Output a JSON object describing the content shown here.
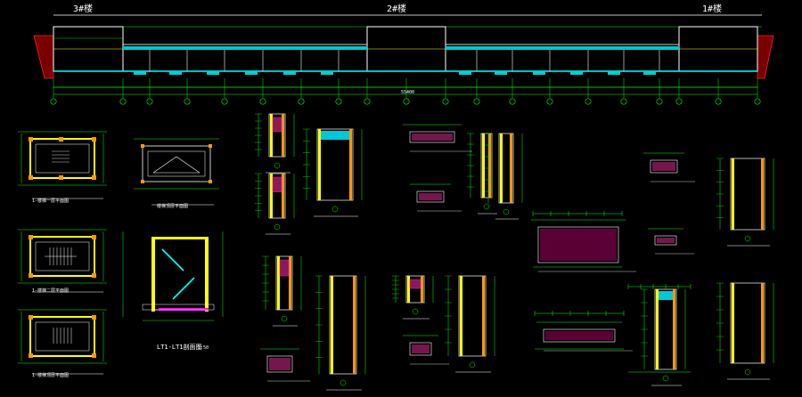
{
  "drawing": {
    "section_titles": [
      "3#楼",
      "2#楼",
      "1#楼"
    ],
    "caption_lt": "LT1-LT1剖面图",
    "caption_lt_scale": "1:50",
    "caption_plan_1": "1-楼梯一层平面图",
    "caption_plan_2": "1-楼梯二层平面图",
    "caption_plan_3": "1-楼梯顶层平面图",
    "caption_plan_4": "楼梯顶层平面图",
    "dim_total": "55400"
  },
  "colors": {
    "background": "#000000",
    "line_green": "#00ff00",
    "line_white": "#ffffff",
    "line_yellow": "#ffff00",
    "line_cyan": "#00ffff",
    "line_magenta": "#ff00ff",
    "line_red": "#ff0000",
    "line_orange": "#ff9900"
  }
}
